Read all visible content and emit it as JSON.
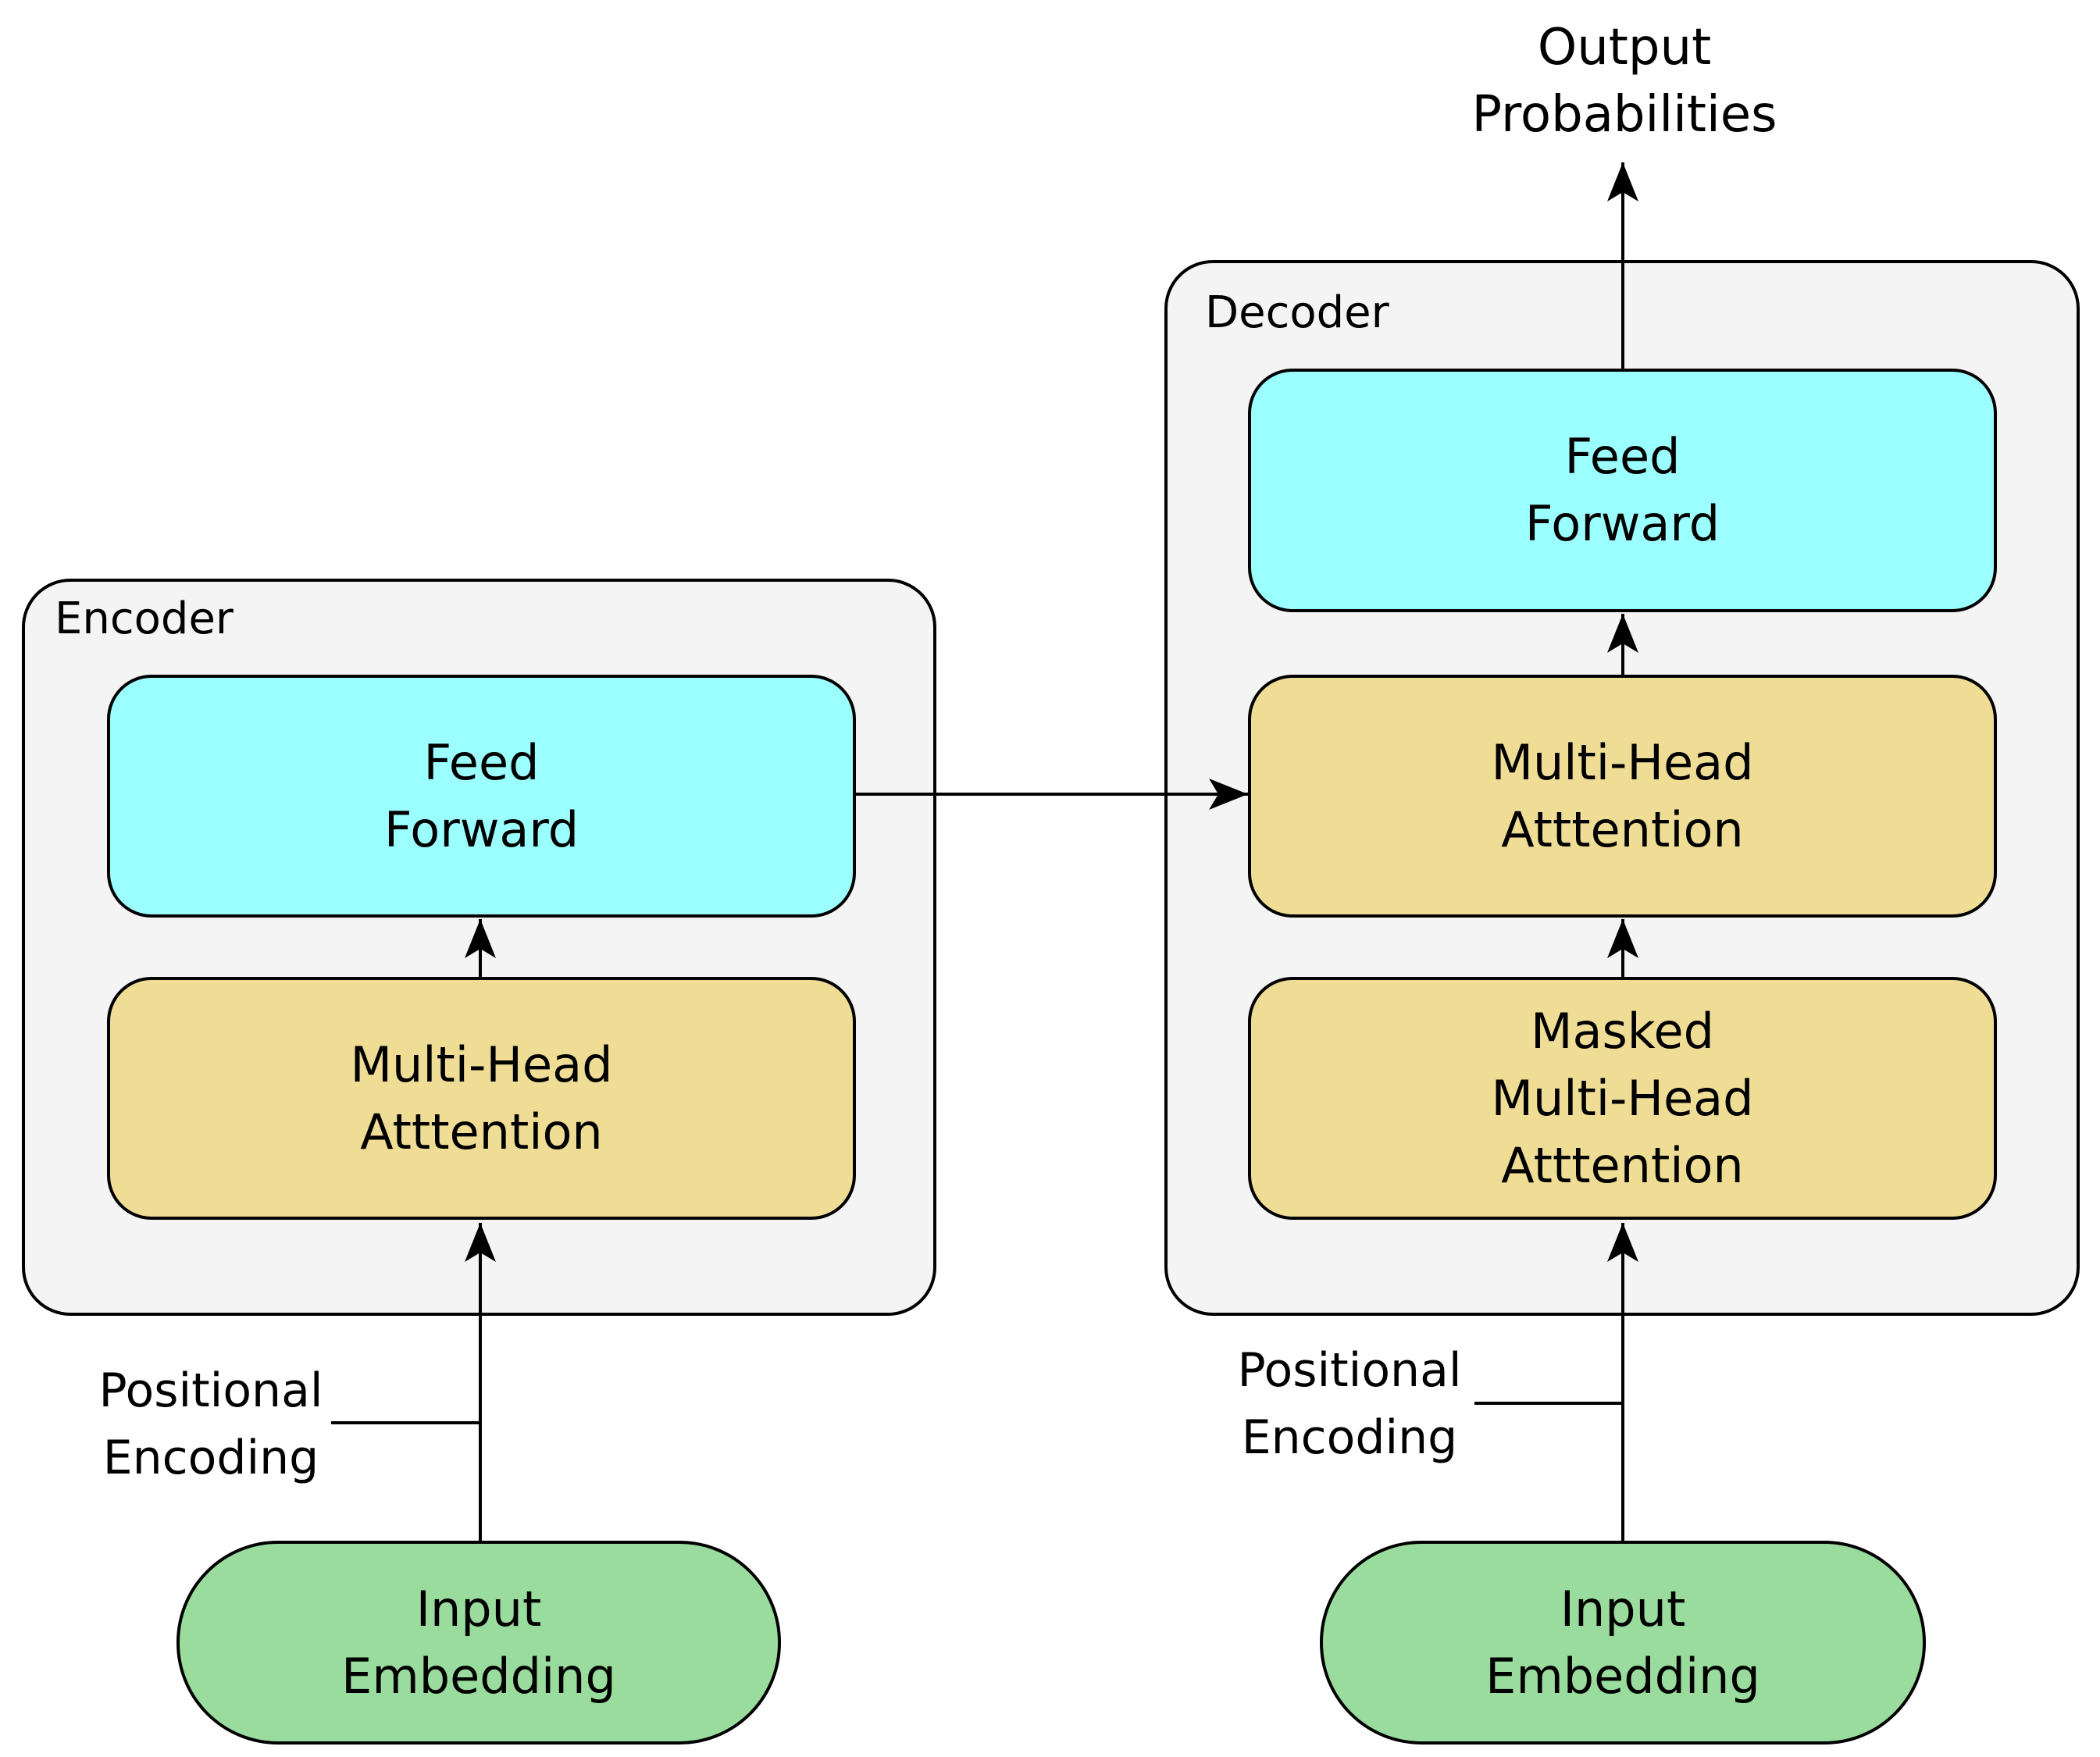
{
  "output_label": "Output\nProbabilities",
  "encoder": {
    "title": "Encoder",
    "feed_forward": "Feed\nForward",
    "attention": "Multi-Head\nAtttention",
    "positional": "Positional\nEncoding",
    "input": "Input\nEmbedding"
  },
  "decoder": {
    "title": "Decoder",
    "feed_forward": "Feed\nForward",
    "attention": "Multi-Head\nAtttention",
    "masked_attention": "Masked\nMulti-Head\nAtttention",
    "positional": "Positional\nEncoding",
    "input": "Input\nEmbedding"
  },
  "colors": {
    "container": "#f4f4f4",
    "feed_forward": "#9afffe",
    "attention": "#efdd96",
    "embedding": "#9adc9d",
    "stroke": "#000000"
  }
}
